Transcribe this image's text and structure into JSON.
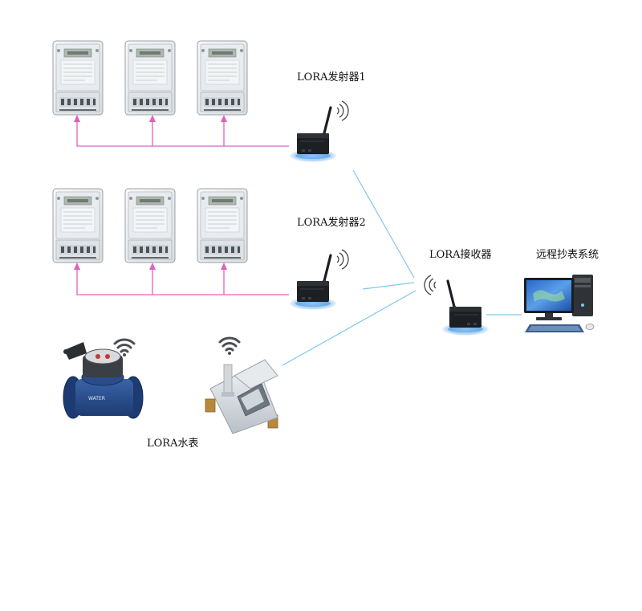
{
  "labels": {
    "transmitter_1": "LORA发射器1",
    "transmitter_2": "LORA发射器2",
    "receiver": "LORA接收器",
    "system": "远程抄表系统",
    "water_meter": "LORA水表"
  },
  "colors": {
    "wired_link": "#e060c0",
    "wireless_link": "#7fc8e8",
    "device_glow": "#3d8fe0",
    "meter_body": "#eef0f2",
    "water_meter_body": "#2a4d8a"
  },
  "icons": {
    "electric_meter": "electric-meter-icon",
    "lora_device": "lora-device-icon",
    "wifi_signal": "wifi-signal-icon",
    "computer": "computer-icon",
    "water_meter": "water-meter-icon"
  }
}
